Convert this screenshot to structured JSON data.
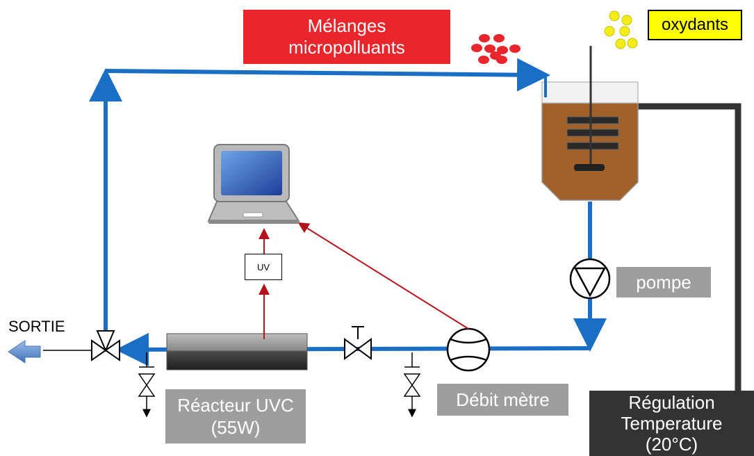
{
  "labels": {
    "melanges_line1": "Mélanges",
    "melanges_line2": "micropolluants",
    "oxydants": "oxydants",
    "pompe": "pompe",
    "debit": "Débit mètre",
    "reacteur_line1": "Réacteur UVC",
    "reacteur_line2": "(55W)",
    "regulation_line1": "Régulation",
    "regulation_line2": "Temperature",
    "regulation_line3": "(20°C)",
    "sortie": "SORTIE",
    "uv": "UV"
  },
  "colors": {
    "pipe": "#1a6fc4",
    "signal": "#b5121b",
    "tank_liquid": "#a0612a",
    "micropollutant": "#e8262b",
    "oxidant": "#f3ec1a"
  }
}
